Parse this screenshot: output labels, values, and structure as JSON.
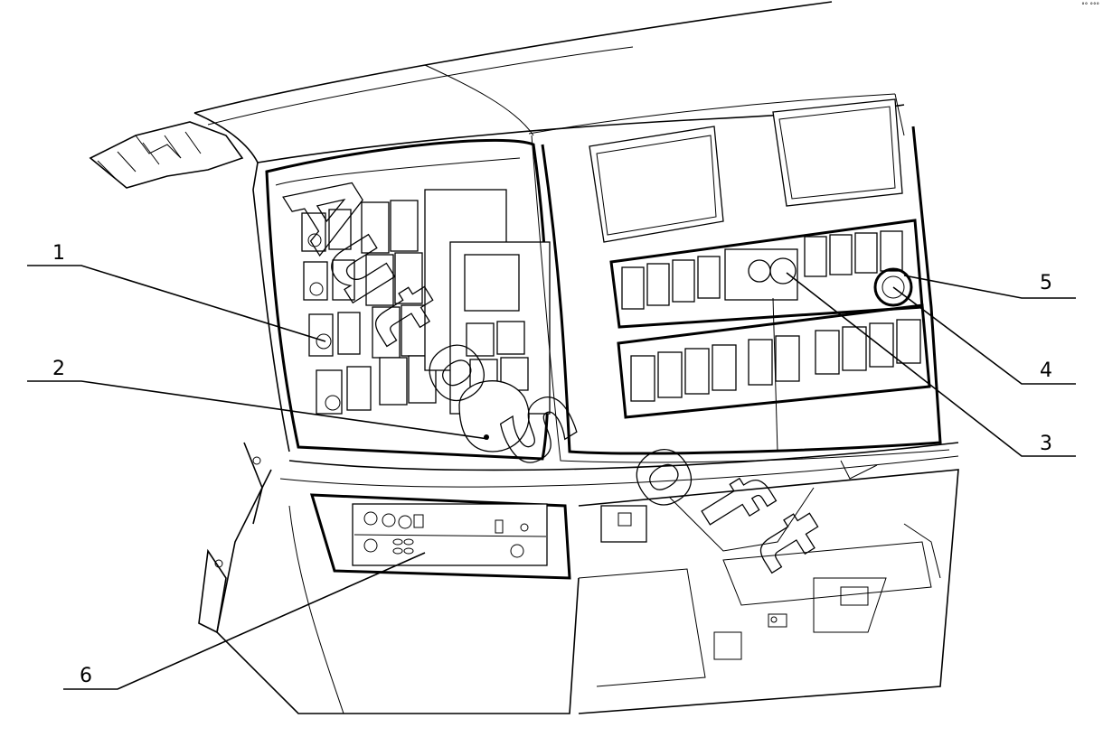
{
  "callouts": [
    {
      "id": "1",
      "label": "1"
    },
    {
      "id": "2",
      "label": "2"
    },
    {
      "id": "3",
      "label": "3"
    },
    {
      "id": "4",
      "label": "4"
    },
    {
      "id": "5",
      "label": "5"
    },
    {
      "id": "6",
      "label": "6"
    }
  ],
  "watermark": {
    "letters": [
      "A",
      "u",
      "t",
      "o",
      "S",
      "o",
      "f",
      "t"
    ]
  },
  "corner_mark": "°° °°°"
}
